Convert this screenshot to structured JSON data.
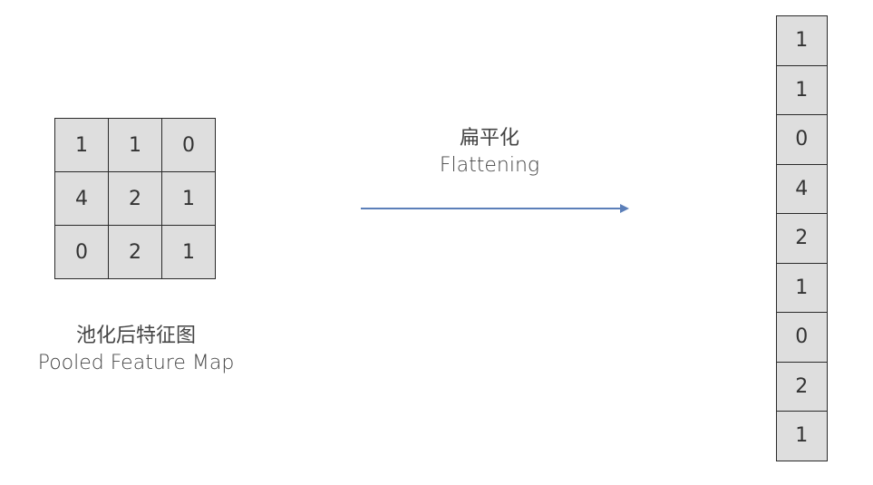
{
  "pooled_map": {
    "rows": [
      [
        "1",
        "1",
        "0"
      ],
      [
        "4",
        "2",
        "1"
      ],
      [
        "0",
        "2",
        "1"
      ]
    ],
    "caption_cn": "池化后特征图",
    "caption_en": "Pooled Feature Map"
  },
  "flattening": {
    "label_cn": "扁平化",
    "label_en": "Flattening",
    "arrow_color": "#5b7fb9"
  },
  "flattened_vector": [
    "1",
    "1",
    "0",
    "4",
    "2",
    "1",
    "0",
    "2",
    "1"
  ]
}
